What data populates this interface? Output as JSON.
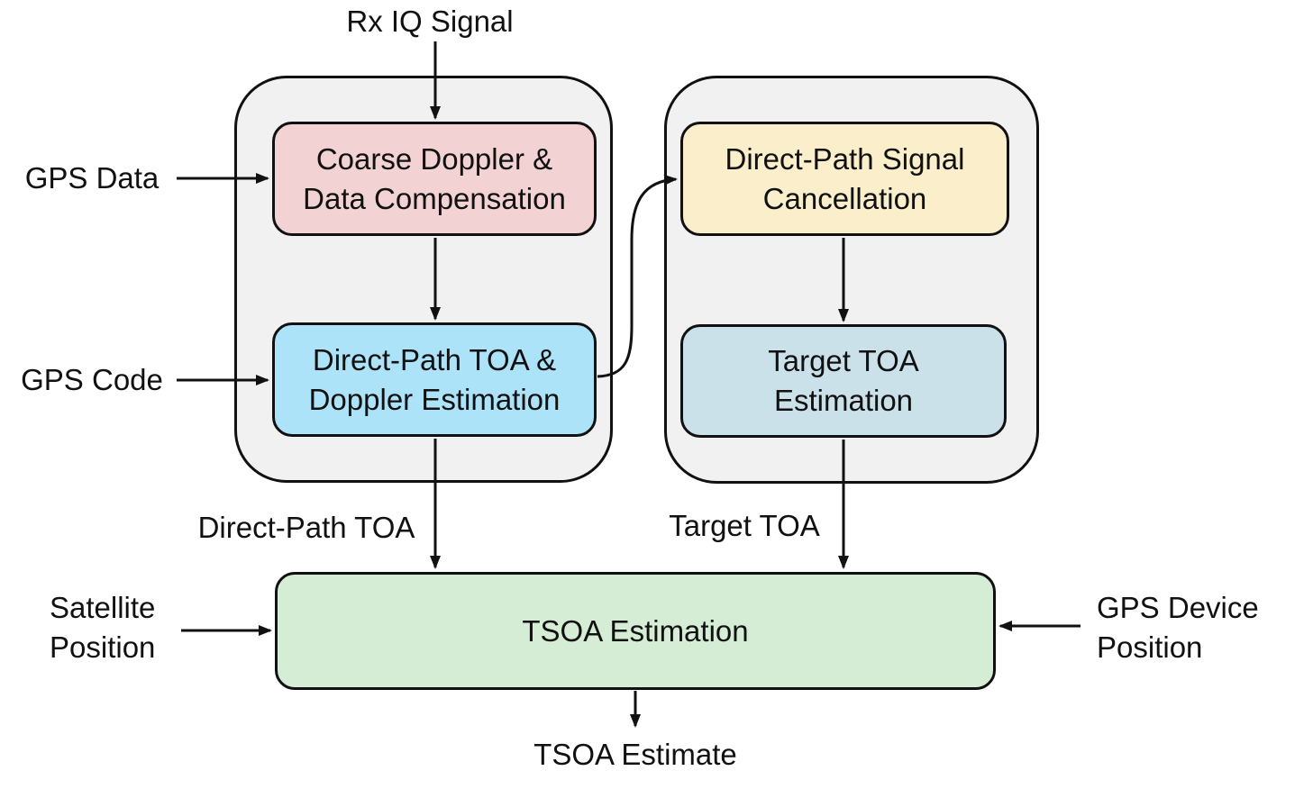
{
  "diagram": {
    "title_context": "GPS bistatic radar TSOA processing flow",
    "inputs": {
      "rx_iq": "Rx IQ Signal",
      "gps_data": "GPS Data",
      "gps_code": "GPS Code",
      "satellite_position": "Satellite\nPosition",
      "gps_device_position": "GPS Device\nPosition"
    },
    "blocks": {
      "coarse_doppler": "Coarse Doppler &\nData Compensation",
      "direct_path_toa": "Direct-Path TOA &\nDoppler Estimation",
      "direct_path_cancellation": "Direct-Path Signal\nCancellation",
      "target_toa_estimation": "Target TOA\nEstimation",
      "tsoa_estimation": "TSOA Estimation"
    },
    "edge_labels": {
      "direct_path_toa_out": "Direct-Path TOA",
      "target_toa_out": "Target TOA"
    },
    "output": {
      "tsoa_estimate": "TSOA Estimate"
    },
    "colors": {
      "group_fill": "#F1F1F1",
      "coarse_doppler_fill": "#F2D2D2",
      "direct_path_toa_fill": "#ADE3F9",
      "direct_path_cancellation_fill": "#FAEECB",
      "target_toa_fill": "#CAE1EA",
      "tsoa_fill": "#D6EDD5",
      "stroke": "#111111"
    }
  }
}
